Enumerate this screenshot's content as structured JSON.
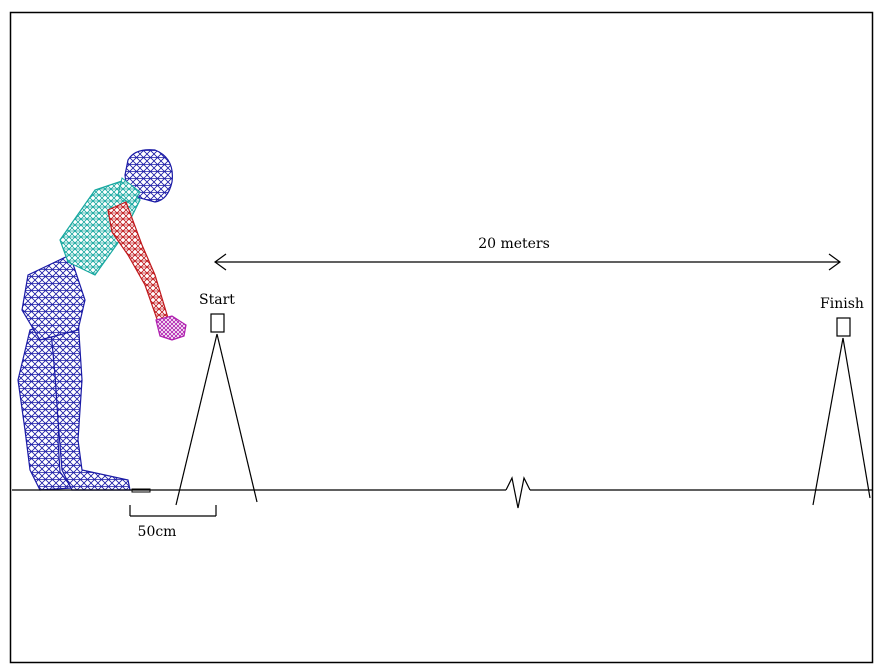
{
  "diagram": {
    "distance_label": "20 meters",
    "start_label": "Start",
    "finish_label": "Finish",
    "offset_label": "50cm"
  },
  "colors": {
    "frame": "#000000",
    "figure_body": "#1a1aa6",
    "figure_torso": "#17a8a0",
    "figure_arm": "#c0181c",
    "figure_hand": "#b020b0"
  }
}
